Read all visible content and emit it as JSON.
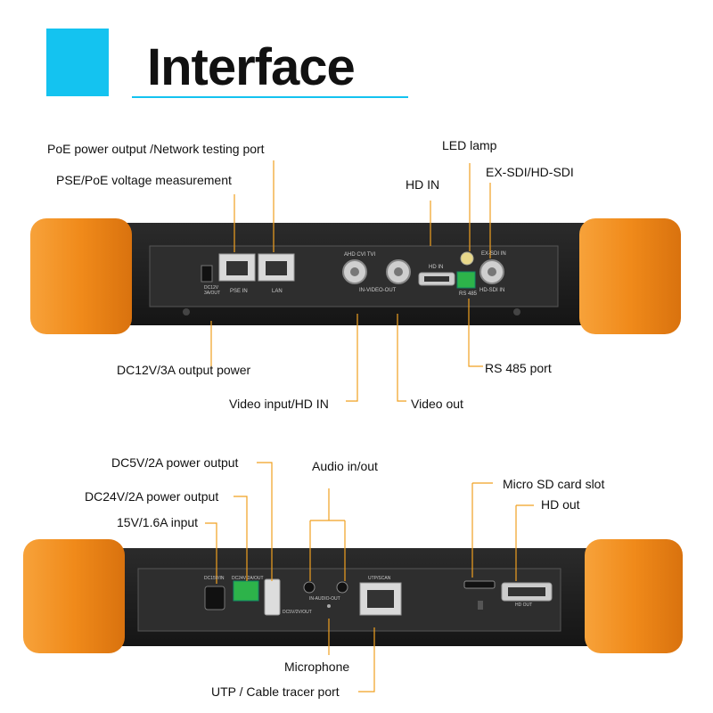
{
  "header": {
    "title": "Interface",
    "accent_color": "#14c3f0"
  },
  "top_panel": {
    "callouts": {
      "poe_port": "PoE power output /Network testing port",
      "pse_measure": "PSE/PoE voltage measurement",
      "led_lamp": "LED lamp",
      "hd_in": "HD IN",
      "sdi": "EX-SDI/HD-SDI",
      "dc12": "DC12V/3A output power",
      "rs485": "RS 485 port",
      "video_in": "Video input/HD IN",
      "video_out": "Video out"
    },
    "silk": {
      "dc12": "DC12V",
      "dc12b": "3A/OUT",
      "pse_in": "PSE IN",
      "lan": "LAN",
      "ahd": "AHD  CVI  TVI",
      "in_video_out": "IN-VIDEO-OUT",
      "hd_in": "HD IN",
      "rs485": "RS 485",
      "ex_sdi_in": "EX-SDI IN",
      "hd_sdi_in": "HD-SDI IN"
    }
  },
  "bottom_panel": {
    "callouts": {
      "dc5": "DC5V/2A power output",
      "dc24": "DC24V/2A power output",
      "in15": "15V/1.6A input",
      "audio": "Audio in/out",
      "microsd": "Micro SD card slot",
      "hd_out": "HD out",
      "microphone": "Microphone",
      "utp": "UTP / Cable tracer port"
    },
    "silk": {
      "dc15": "DC15V/IN",
      "dc24": "DC24V 2A/OUT",
      "dc5": "DC5V/2V/OUT",
      "audio": "IN-AUDIO-OUT",
      "utp": "UTP/SCAN",
      "hd_out": "HD OUT"
    }
  },
  "colors": {
    "leader": "#f0a020",
    "orange": "#f08a1a",
    "body": "#1c1c1c",
    "panel": "#2a2a2a"
  }
}
